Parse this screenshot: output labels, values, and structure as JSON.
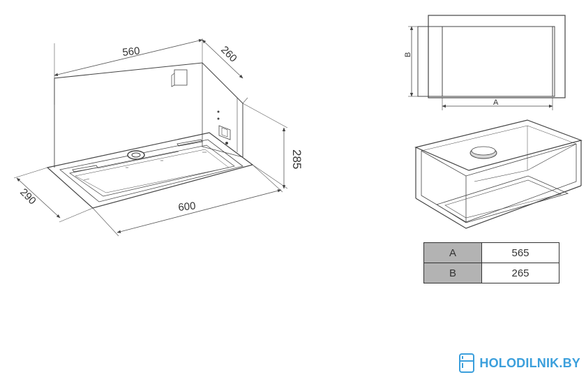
{
  "main_drawing": {
    "dimensions": {
      "width_top": "560",
      "depth_top": "260",
      "height": "285",
      "depth_bottom": "290",
      "width_bottom": "600"
    }
  },
  "cutout_diagram": {
    "label_a": "A",
    "label_b": "B"
  },
  "spec_table": {
    "rows": [
      {
        "key": "A",
        "value": "565"
      },
      {
        "key": "B",
        "value": "265"
      }
    ]
  },
  "brand": {
    "text": "HOLODILNIK.BY",
    "icon": "fridge-icon",
    "color": "#3b9fdc"
  },
  "colors": {
    "line": "#444444",
    "table_key_fill": "#b3b3b3"
  }
}
